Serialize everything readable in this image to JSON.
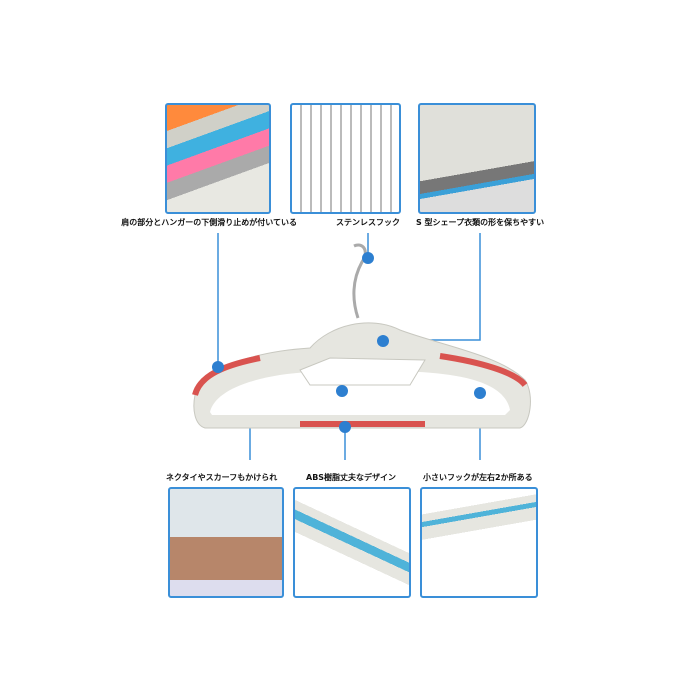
{
  "labels": {
    "shoulder_grip": "肩の部分とハンガーの下側滑り止めが付いている",
    "stainless_hook": "ステンレスフック",
    "s_shape": "S 型シェープ衣類の形を保ちやすい",
    "tie_scarf": "ネクタイやスカーフもかけられ",
    "abs_design": "ABS樹脂丈夫なデザイン",
    "small_hooks": "小さいフックが左右2か所ある"
  },
  "colors": {
    "accent": "#3a8fd8",
    "grip": "#d9534f",
    "hanger": "#e6e6e0"
  }
}
